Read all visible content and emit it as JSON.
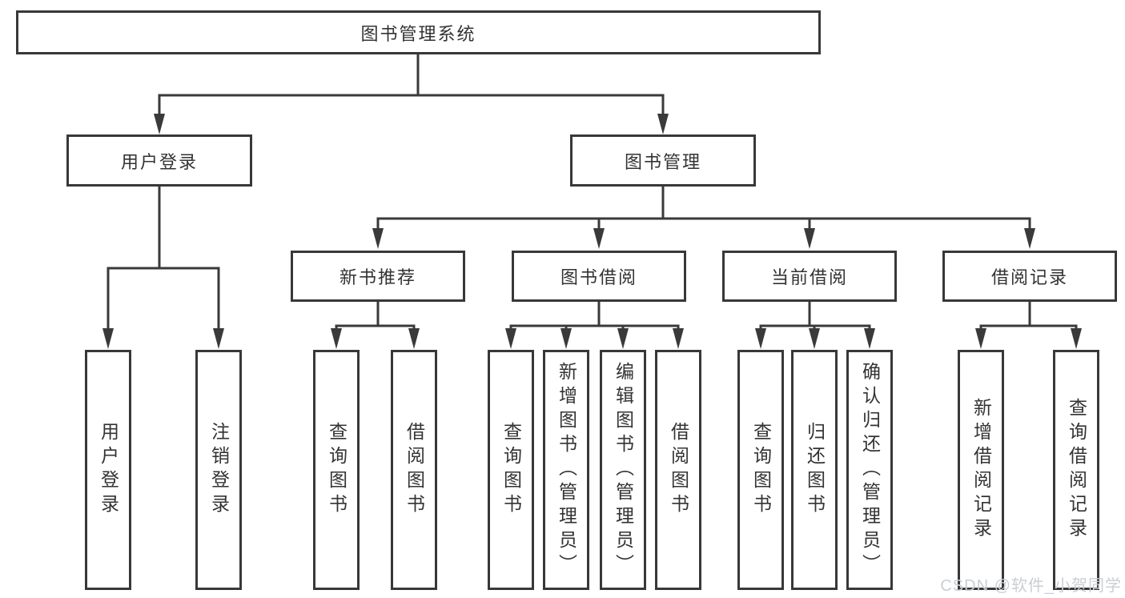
{
  "colors": {
    "line": "#3a3a3a",
    "border": "#383838",
    "text": "#333333",
    "watermark": "#cbced3"
  },
  "watermark": "CSDN @软件_小贺同学",
  "diagram": {
    "root": {
      "label": "图书管理系统"
    },
    "level2": [
      {
        "label": "用户登录",
        "children": [
          {
            "label": "用户登录"
          },
          {
            "label": "注销登录"
          }
        ]
      },
      {
        "label": "图书管理",
        "children": [
          {
            "label": "新书推荐",
            "children": [
              {
                "label": "查询图书"
              },
              {
                "label": "借阅图书"
              }
            ]
          },
          {
            "label": "图书借阅",
            "children": [
              {
                "label": "查询图书"
              },
              {
                "label": "新增图书（管理员）"
              },
              {
                "label": "编辑图书（管理员）"
              },
              {
                "label": "借阅图书"
              }
            ]
          },
          {
            "label": "当前借阅",
            "children": [
              {
                "label": "查询图书"
              },
              {
                "label": "归还图书"
              },
              {
                "label": "确认归还（管理员）"
              }
            ]
          },
          {
            "label": "借阅记录",
            "children": [
              {
                "label": "新增借阅记录"
              },
              {
                "label": "查询借阅记录"
              }
            ]
          }
        ]
      }
    ]
  }
}
